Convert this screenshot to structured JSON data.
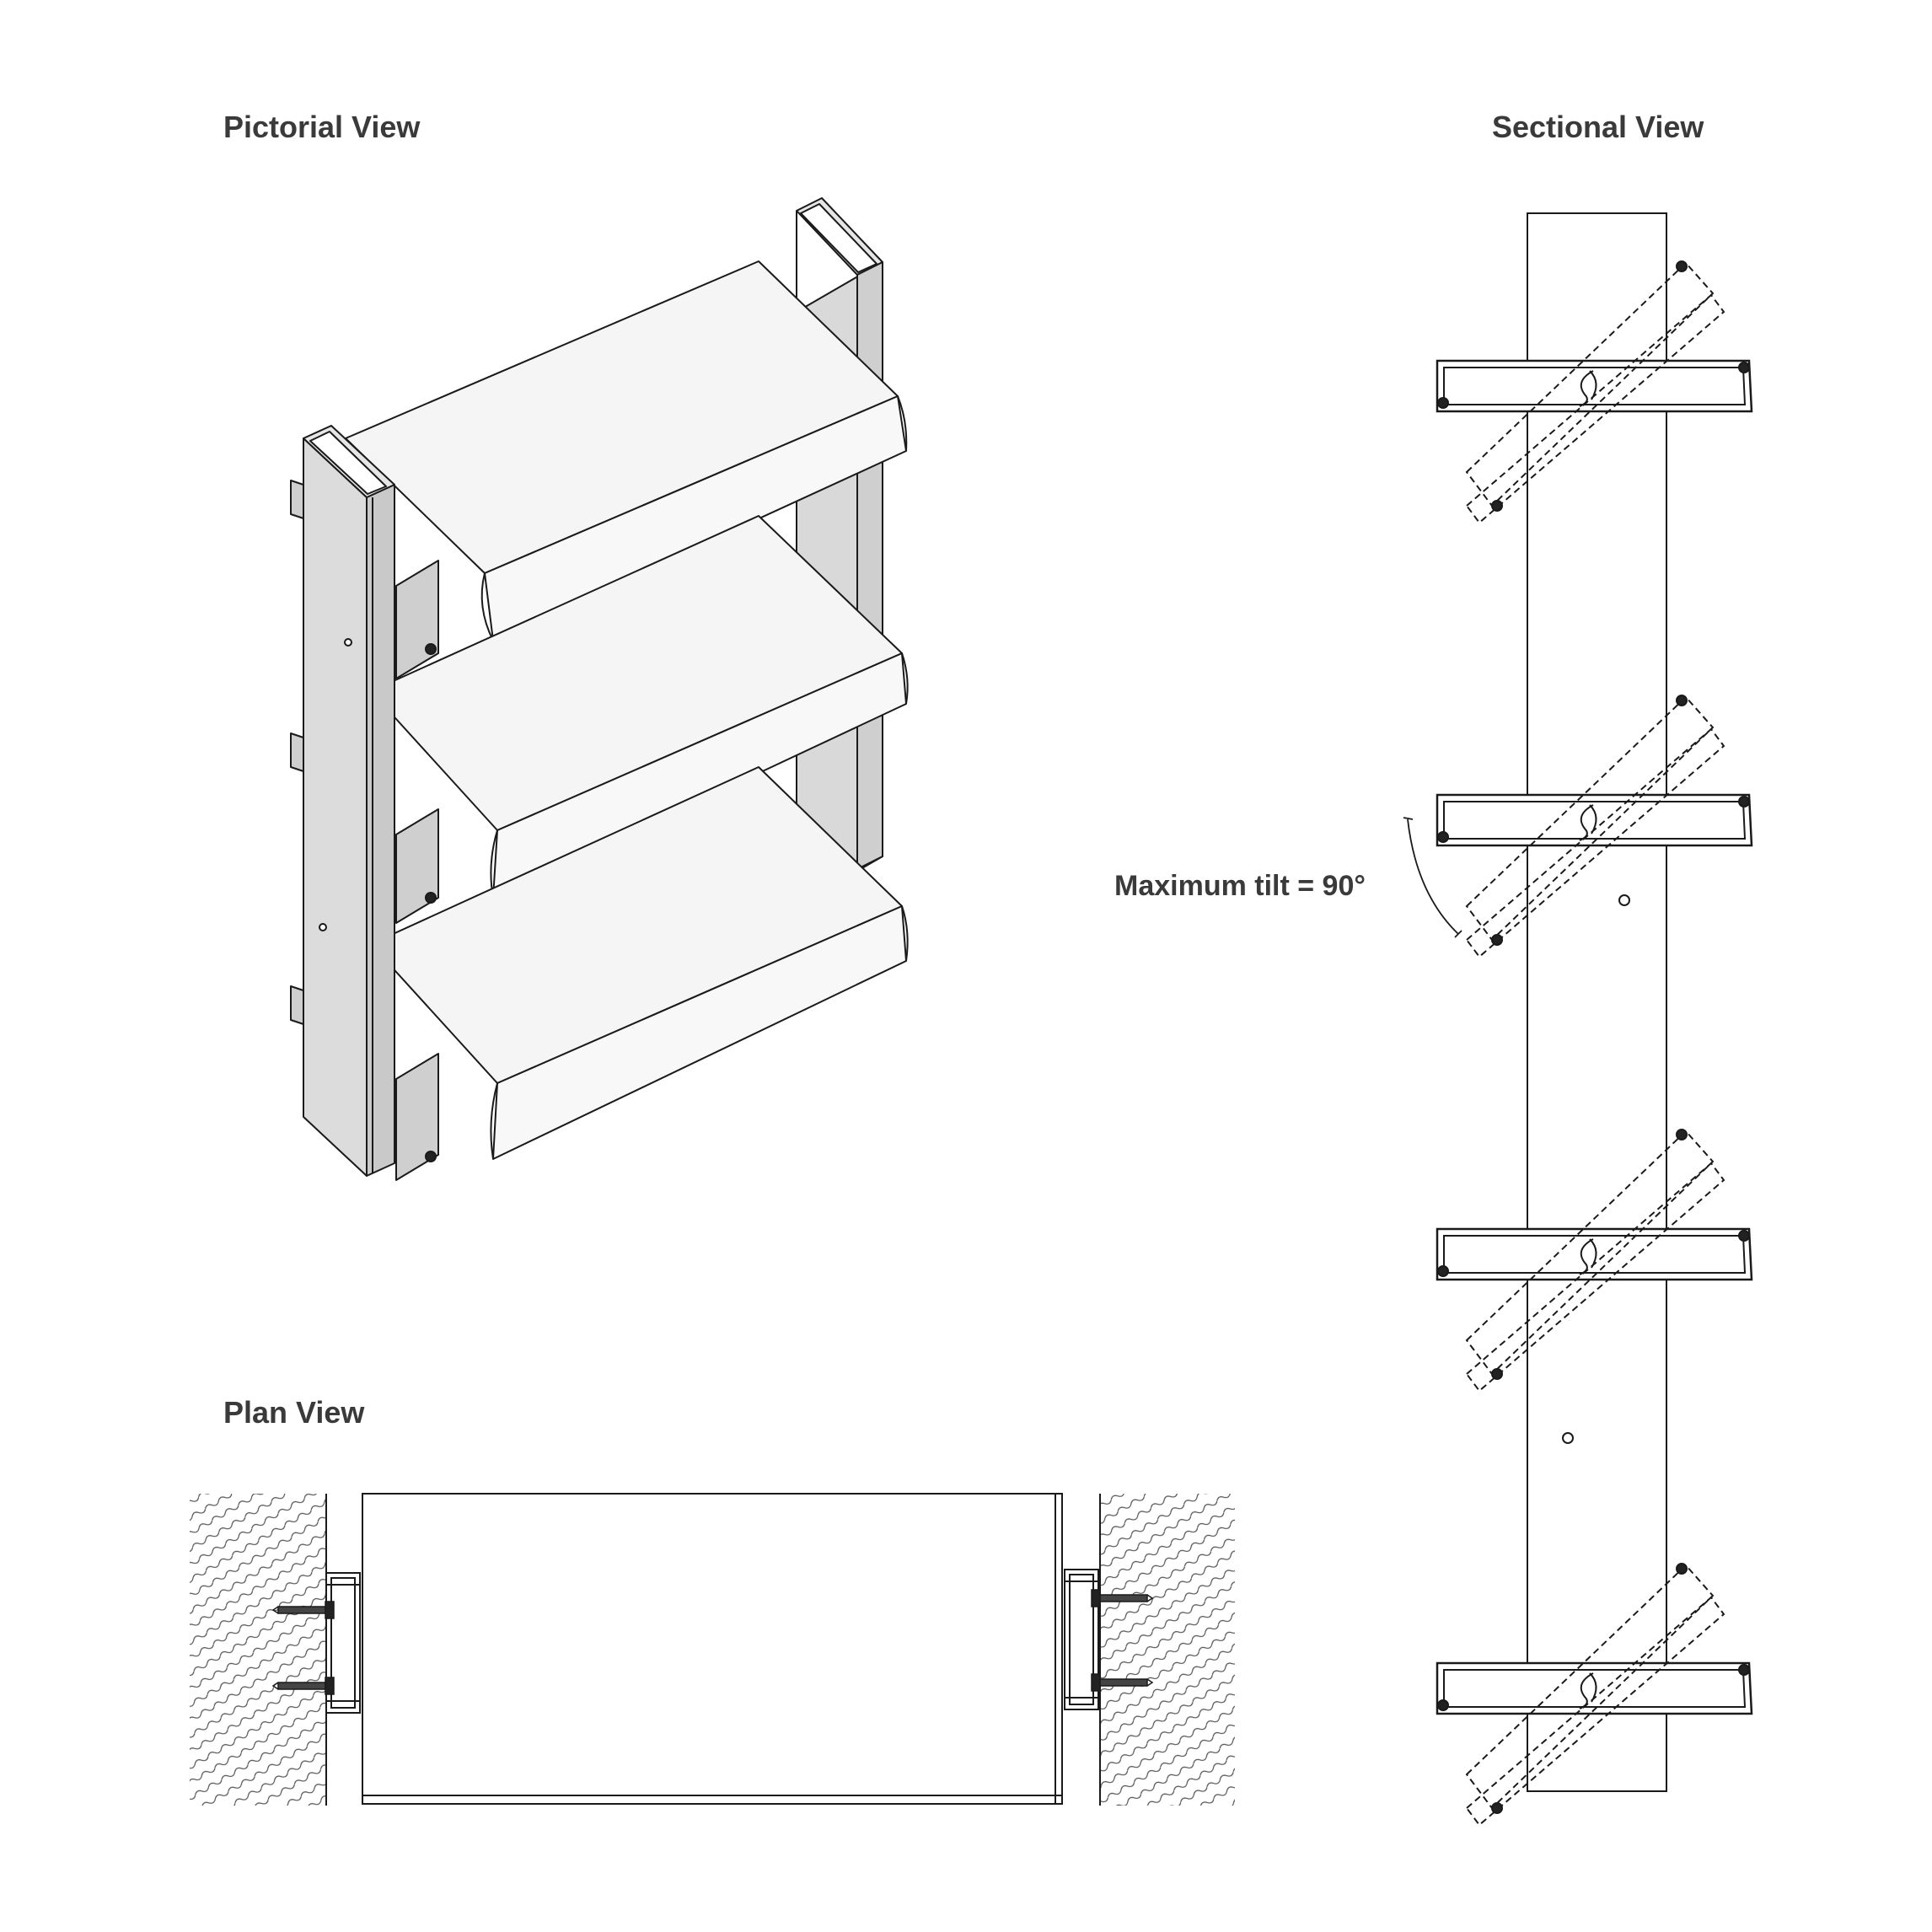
{
  "labels": {
    "pictorial_view": "Pictorial View",
    "sectional_view": "Sectional View",
    "plan_view": "Plan View",
    "tilt": "Maximum tilt = 90°"
  },
  "colors": {
    "line": "#1a1a1a",
    "post_fill": "#d9d9d9",
    "post_side_fill": "#e8e8e8",
    "blade_fill": "#f4f4f4",
    "text": "#3a3a3a"
  },
  "icons": {
    "hatch": "wall-hatch",
    "screw": "screw-icon"
  }
}
